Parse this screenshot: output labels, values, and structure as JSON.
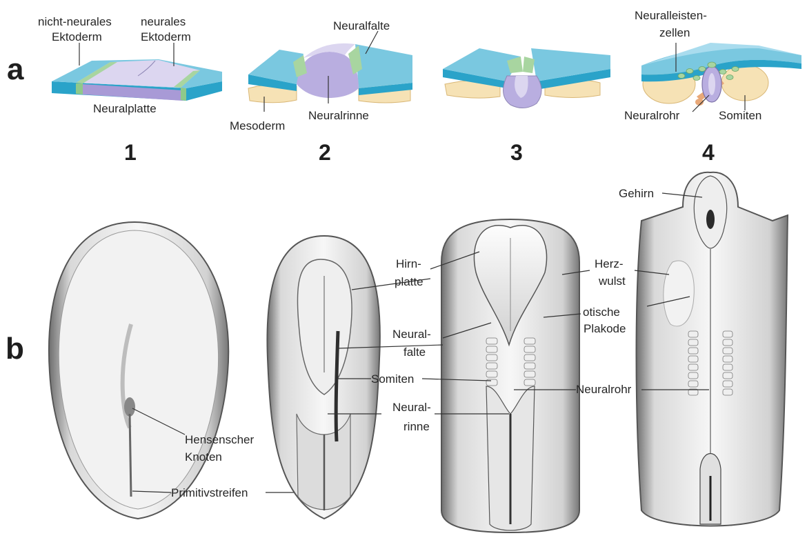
{
  "panel_a": {
    "letter": "a",
    "stage_numbers": [
      "1",
      "2",
      "3",
      "4"
    ],
    "stage1": {
      "nicht_neurales": "nicht-neurales",
      "ektoderm_1": "Ektoderm",
      "neurales": "neurales",
      "ektoderm_2": "Ektoderm",
      "neuralplatte": "Neuralplatte"
    },
    "stage2": {
      "neuralfalte": "Neuralfalte",
      "mesoderm": "Mesoderm",
      "neuralrinne": "Neuralrinne"
    },
    "stage4": {
      "neuralleisten": "Neuralleisten-",
      "zellen": "zellen",
      "neuralrohr": "Neuralrohr",
      "somiten": "Somiten"
    }
  },
  "panel_b": {
    "letter": "b",
    "hensenscher": "Hensenscher",
    "knoten": "Knoten",
    "primitivstreifen": "Primitivstreifen",
    "hirn": "Hirn-",
    "platte": "platte",
    "neural_1": "Neural-",
    "falte": "falte",
    "somiten": "Somiten",
    "neural_2": "Neural-",
    "rinne": "rinne",
    "gehirn": "Gehirn",
    "herz": "Herz-",
    "wulst": "wulst",
    "otische": "otische",
    "plakode": "Plakode",
    "neuralrohr": "Neuralrohr"
  },
  "colors": {
    "ectoderm": "#6cc4de",
    "ectoderm_side": "#2aa3c9",
    "neural_plate": "#b9aee0",
    "neural_plate_light": "#dcd6f0",
    "neural_crest": "#a8d5a0",
    "mesoderm": "#f6e2b5"
  }
}
